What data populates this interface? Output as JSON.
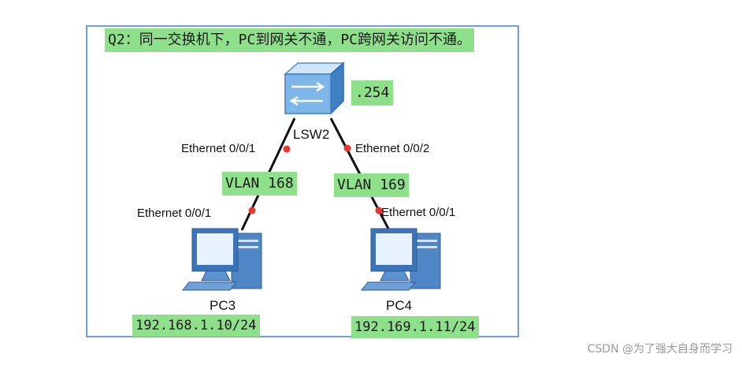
{
  "title": "Q2：同一交换机下，PC到网关不通，PC跨网关访问不通。",
  "switch": {
    "name": "LSW2",
    "address_suffix": ".254",
    "icon": "switch-icon"
  },
  "links": [
    {
      "switch_port": "Ethernet 0/0/1",
      "vlan": "VLAN 168",
      "pc_port": "Ethernet 0/0/1"
    },
    {
      "switch_port": "Ethernet 0/0/2",
      "vlan": "VLAN 169",
      "pc_port": "Ethernet 0/0/1"
    }
  ],
  "pcs": [
    {
      "name": "PC3",
      "ip": "192.168.1.10/24",
      "icon": "pc-icon"
    },
    {
      "name": "PC4",
      "ip": "192.169.1.11/24",
      "icon": "pc-icon"
    }
  ],
  "colors": {
    "highlight": "#8ee08a",
    "frame": "#6f9fe3",
    "link": "#111111",
    "port_dot": "#ee3333"
  },
  "watermark": "CSDN @为了强大自身而学习"
}
